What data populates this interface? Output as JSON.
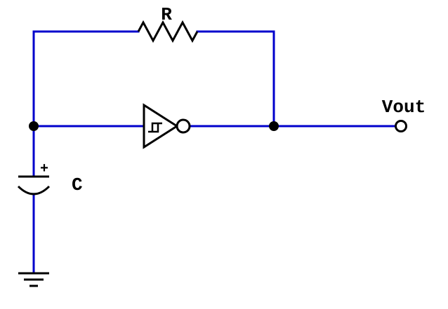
{
  "diagram": {
    "labels": {
      "resistor": "R",
      "capacitor": "C",
      "output": "Vout",
      "capacitor_polarity": "+"
    },
    "colors": {
      "wire": "#0000cc",
      "component": "#000000"
    }
  }
}
